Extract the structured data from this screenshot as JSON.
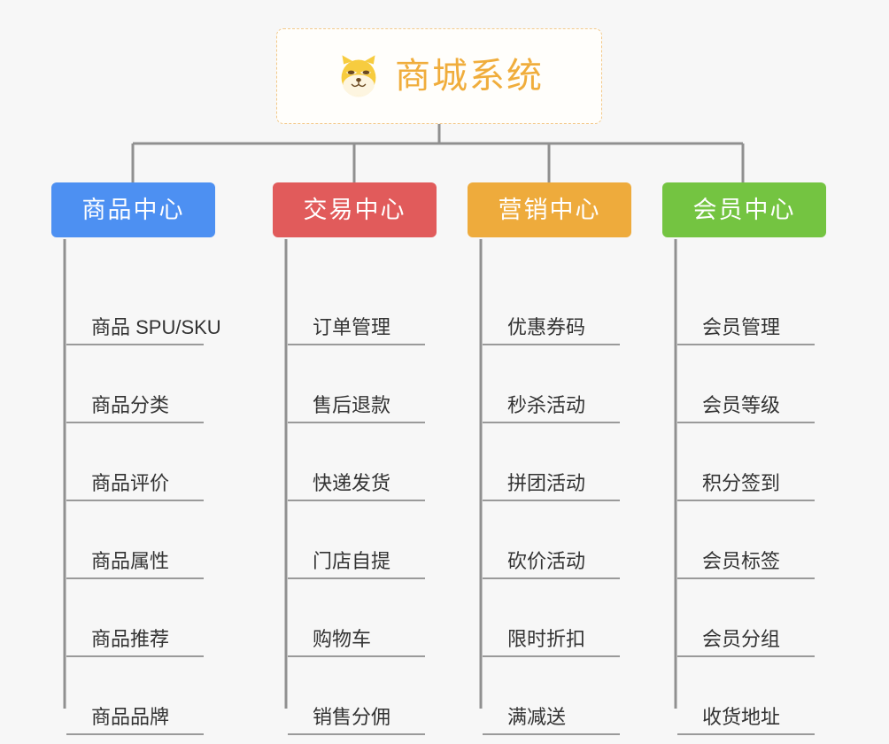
{
  "root": {
    "title": "商城系统",
    "icon": "shiba-dog-face-emoji",
    "title_color": "#f0ad3c",
    "border_color": "#f3c98b",
    "background": "#fffefb"
  },
  "canvas": {
    "background": "#f7f7f7",
    "connector_color": "#909090"
  },
  "branches": [
    {
      "label": "商品中心",
      "color": "#4d90f2",
      "items": [
        "商品 SPU/SKU",
        "商品分类",
        "商品评价",
        "商品属性",
        "商品推荐",
        "商品品牌"
      ]
    },
    {
      "label": "交易中心",
      "color": "#e15b5b",
      "items": [
        "订单管理",
        "售后退款",
        "快递发货",
        "门店自提",
        "购物车",
        "销售分佣"
      ]
    },
    {
      "label": "营销中心",
      "color": "#eeab3c",
      "items": [
        "优惠券码",
        "秒杀活动",
        "拼团活动",
        "砍价活动",
        "限时折扣",
        "满减送"
      ]
    },
    {
      "label": "会员中心",
      "color": "#74c441",
      "items": [
        "会员管理",
        "会员等级",
        "积分签到",
        "会员标签",
        "会员分组",
        "收货地址"
      ]
    }
  ]
}
